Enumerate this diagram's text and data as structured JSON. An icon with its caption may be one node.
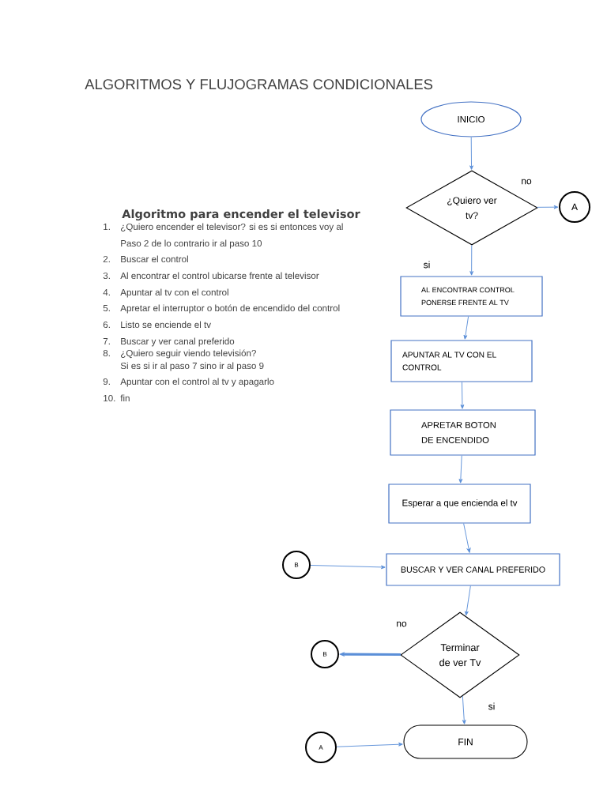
{
  "diagram": {
    "title": "ALGORITMOS Y FLUJOGRAMAS CONDICIONALES",
    "nodes": [
      {
        "text": [
          "INICIO"
        ]
      },
      {
        "text": [
          "¿Quiero ver tv?"
        ]
      },
      {
        "text": [
          "A"
        ]
      },
      {
        "text": [
          "AL ENCONTRAR CONTROL PONERSE FRENTE AL TV"
        ]
      },
      {
        "text": [
          "APUNTAR AL TV CON EL CONTROL"
        ]
      },
      {
        "text": [
          "APRETAR BOTON DE ENCENDIDO"
        ]
      },
      {
        "text": [
          "Esperar a que encienda el tv"
        ]
      },
      {
        "text": [
          "B"
        ]
      },
      {
        "text": [
          "BUSCAR Y VER CANAL PREFERIDO"
        ]
      },
      {
        "text": [
          "Terminar de ver Tv"
        ]
      },
      {
        "text": [
          "B"
        ]
      },
      {
        "text": [
          "A"
        ]
      },
      {
        "text": [
          "FIN"
        ]
      }
    ],
    "edges": [
      {
        "from": 0,
        "to": 1,
        "arrow": "to"
      },
      {
        "from": 1,
        "to": 2,
        "arrow": "to",
        "label": "no"
      },
      {
        "from": 1,
        "to": 3,
        "arrow": "to",
        "label": "si"
      },
      {
        "from": 3,
        "to": 4,
        "arrow": "to"
      },
      {
        "from": 4,
        "to": 5,
        "arrow": "to"
      },
      {
        "from": 5,
        "to": 6,
        "arrow": "to"
      },
      {
        "from": 6,
        "to": 8,
        "arrow": "to"
      },
      {
        "from": 7,
        "to": 8,
        "arrow": "to"
      },
      {
        "from": 8,
        "to": 9,
        "arrow": "to"
      },
      {
        "from": 9,
        "to": 10,
        "arrow": "to",
        "label": "no",
        "style": "thick"
      },
      {
        "from": 9,
        "to": 12,
        "arrow": "to",
        "label": "si"
      },
      {
        "from": 11,
        "to": 12,
        "arrow": "to"
      }
    ],
    "labels": [
      "Algoritmo para encender el televisor",
      "1.",
      "¿Quiero encender el televisor? si es si entonces voy al Paso 2 de lo contrario ir al paso 10",
      "2.",
      "Buscar el control",
      "3.",
      "Al encontrar el control ubicarse frente al televisor",
      "4.",
      "Apuntar al tv con el control",
      "5.",
      "Apretar el interruptor o botón de encendido del control",
      "6.",
      "Listo se enciende el tv",
      "7.",
      "Buscar y ver canal preferido",
      "8.",
      "¿Quiero seguir viendo televisión? Si es si ir al paso 7 sino ir al paso 9",
      "9.",
      "Apuntar con el control al tv y apagarlo",
      "10.",
      "fin"
    ]
  }
}
